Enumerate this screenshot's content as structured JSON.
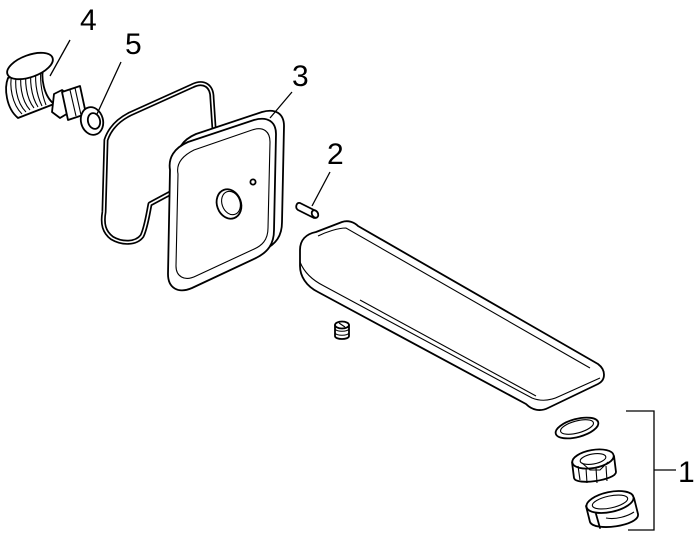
{
  "diagram": {
    "callouts": {
      "part_1": "1",
      "part_2": "2",
      "part_3": "3",
      "part_4": "4",
      "part_5": "5"
    },
    "colors": {
      "ink": "#000000",
      "background": "#ffffff"
    }
  }
}
